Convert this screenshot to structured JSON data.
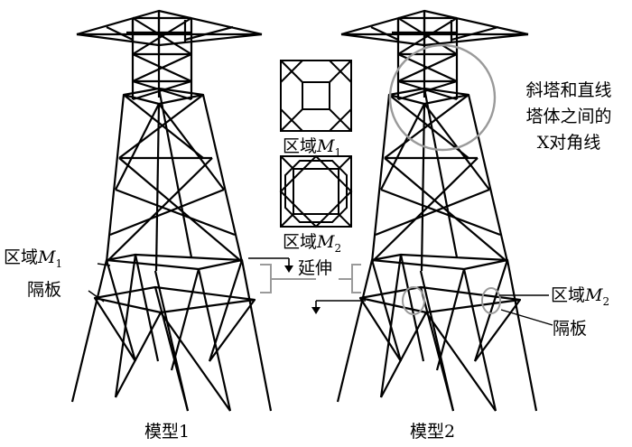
{
  "labels": {
    "model1": "模型1",
    "model2": "模型2",
    "region_prefix": "区域",
    "region_var": "M",
    "region_sub": "1",
    "region2_sub": "2",
    "diaphragm": "隔板",
    "extend": "延伸",
    "note_line1": "斜塔和直线",
    "note_line2": "塔体之间的",
    "note_line3": "X对角线"
  },
  "colors": {
    "line": "#000000",
    "highlight": "#9a9a9a"
  }
}
